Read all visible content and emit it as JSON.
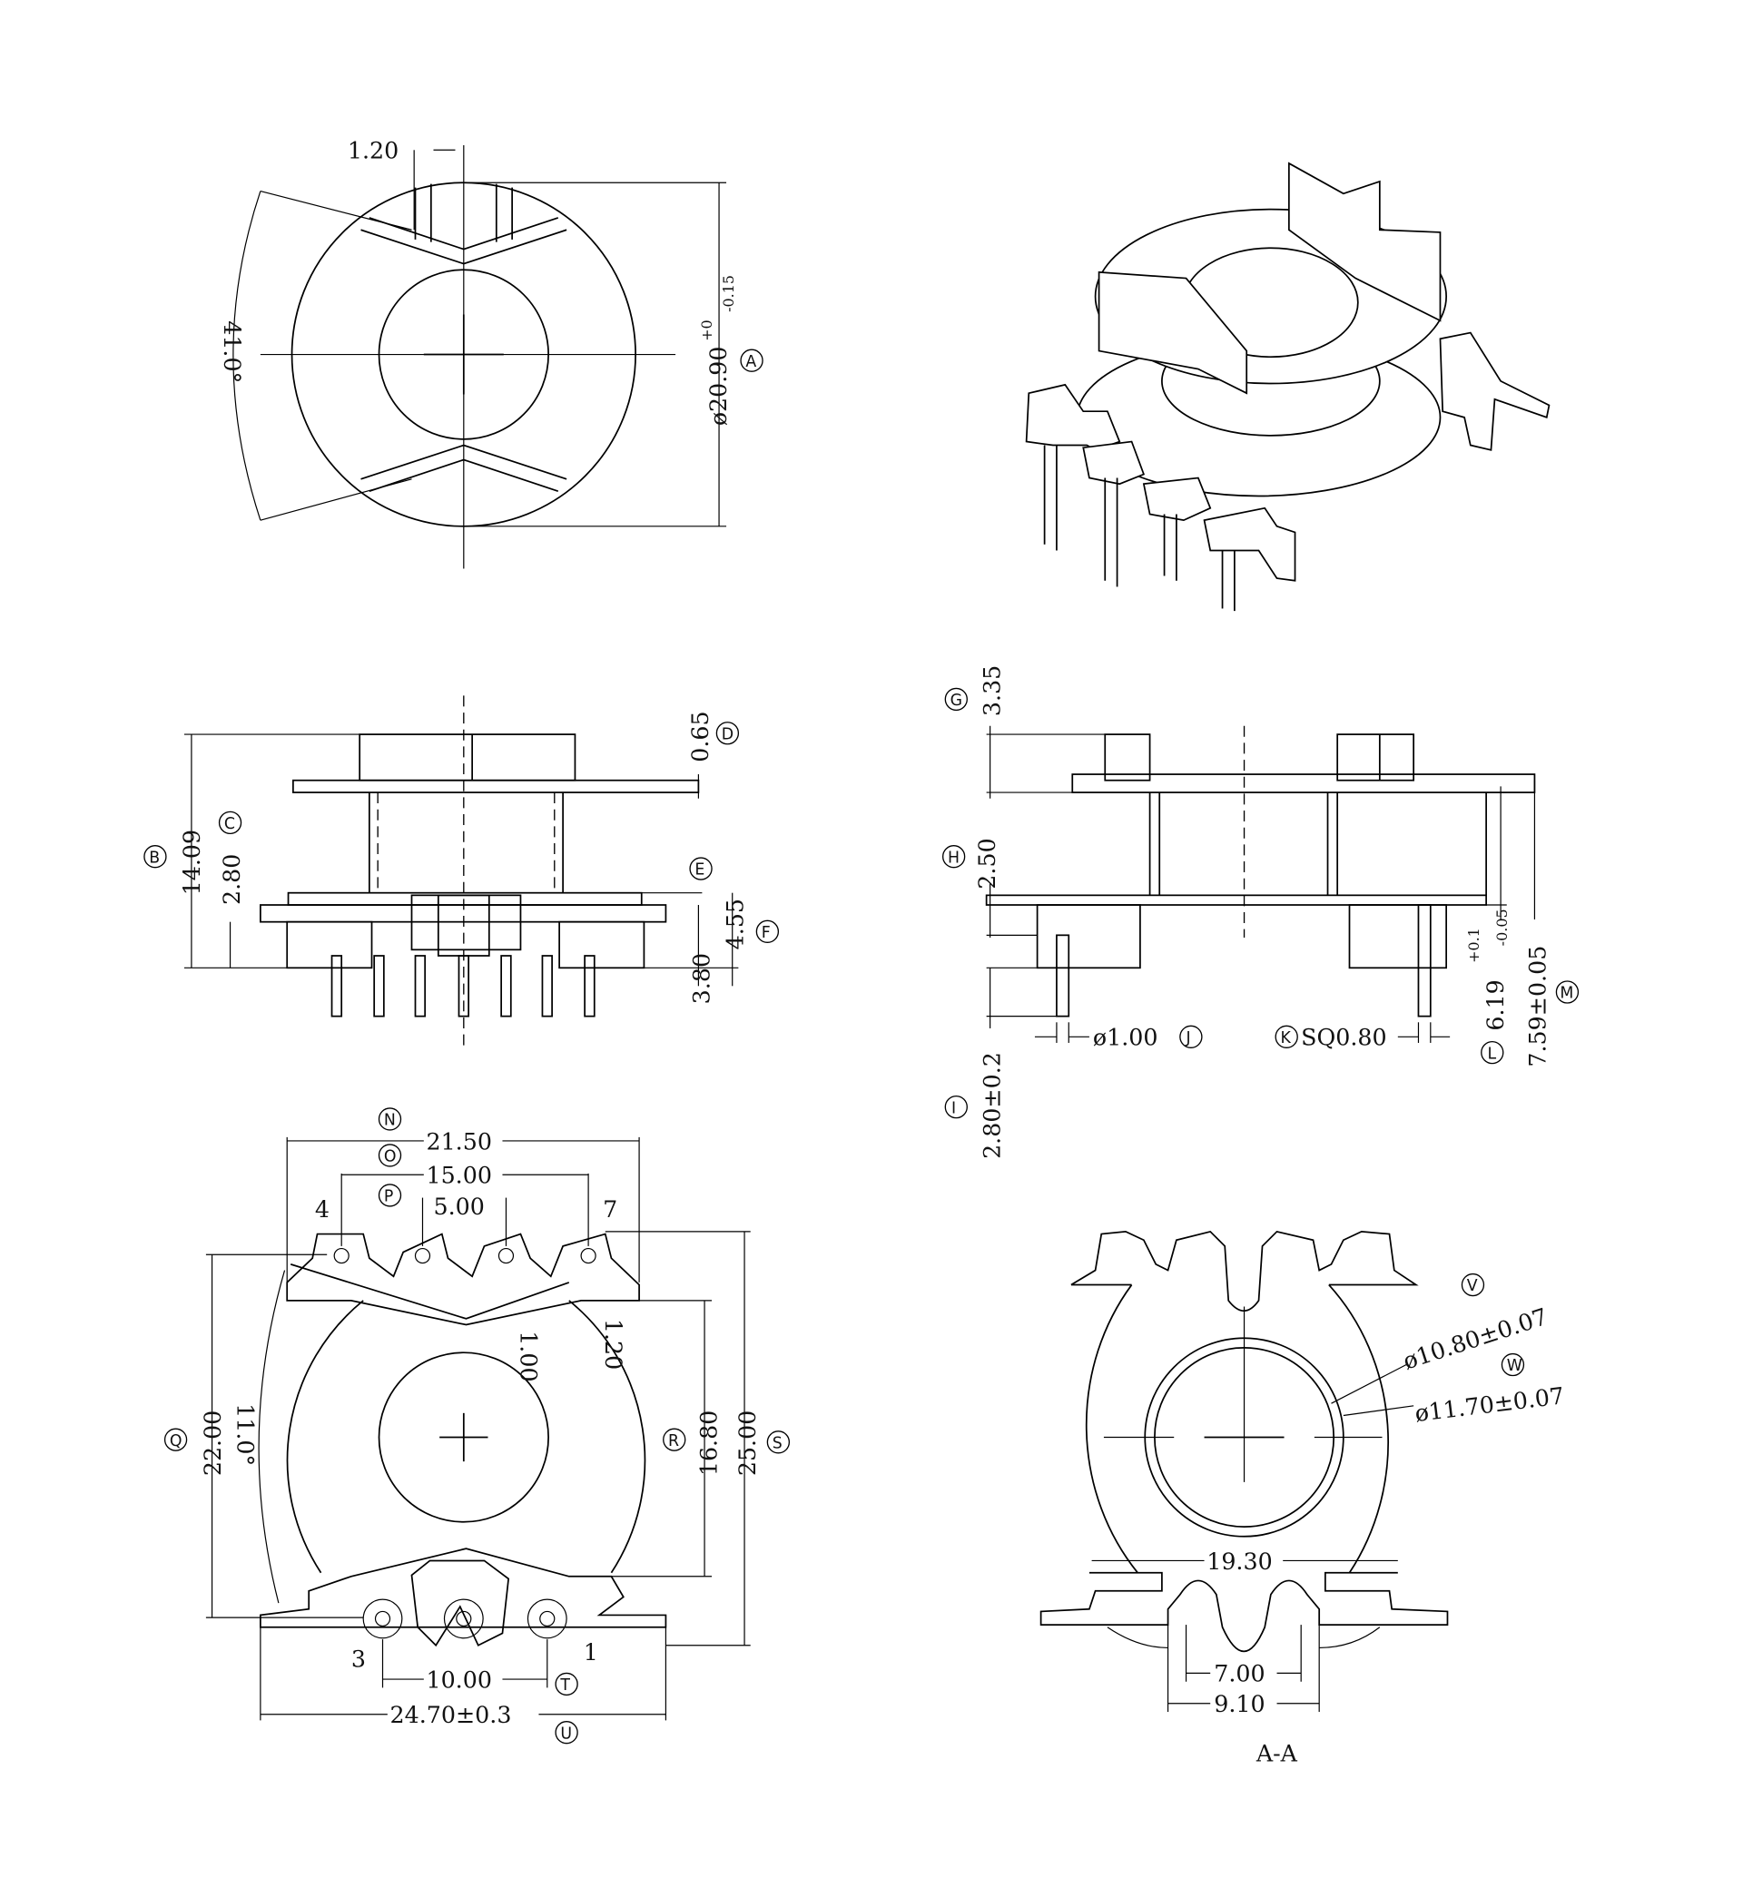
{
  "drawing": {
    "section_label": "A-A",
    "top_view": {
      "slot_width": "1.20",
      "angle": "41.0°",
      "diameter": "ø20.90",
      "diameter_tol_upper": "+0",
      "diameter_tol_lower": "-0.15",
      "callout": "A"
    },
    "side_view": {
      "height_total": "14.09",
      "height_total_callout": "B",
      "flange_gap": "2.80",
      "flange_gap_callout": "C",
      "flange_thickness": "0.65",
      "flange_thickness_callout": "D",
      "base_callout": "E",
      "base_height": "3.80",
      "base_total": "4.55",
      "base_total_callout": "F"
    },
    "front_view": {
      "top_block": "3.35",
      "top_block_callout": "G",
      "winding": "2.50",
      "winding_callout": "H",
      "pin_length": "2.80±0.2",
      "pin_length_callout": "I",
      "pin_dia": "ø1.00",
      "pin_dia_callout": "J",
      "pin_square": "SQ0.80",
      "pin_square_callout": "K",
      "inner_height": "6.19",
      "inner_height_tol_upper": "+0.1",
      "inner_height_tol_lower": "-0.05",
      "inner_height_callout": "L",
      "outer_height": "7.59±0.05",
      "outer_height_callout": "M"
    },
    "bottom_view": {
      "width_top": "21.50",
      "width_top_callout": "N",
      "pin_span_top": "15.00",
      "pin_span_top_callout": "O",
      "pin_pitch_top": "5.00",
      "pin_pitch_top_callout": "P",
      "pin_4": "4",
      "pin_7": "7",
      "pin_3": "3",
      "pin_1": "1",
      "height_left": "22.00",
      "height_left_callout": "Q",
      "angle": "11.0°",
      "slot_a": "1.00",
      "slot_b": "1.20",
      "core_height": "16.80",
      "core_height_callout": "R",
      "total_height": "25.00",
      "total_height_callout": "S",
      "pin_span_bottom": "10.00",
      "pin_span_bottom_callout": "T",
      "width_bottom": "24.70±0.3",
      "width_bottom_callout": "U"
    },
    "section_view": {
      "inner_dia": "ø10.80±0.07",
      "inner_dia_callout": "V",
      "outer_dia": "ø11.70±0.07",
      "outer_dia_callout": "W",
      "width": "19.30",
      "slot_inner": "7.00",
      "slot_outer": "9.10"
    }
  }
}
